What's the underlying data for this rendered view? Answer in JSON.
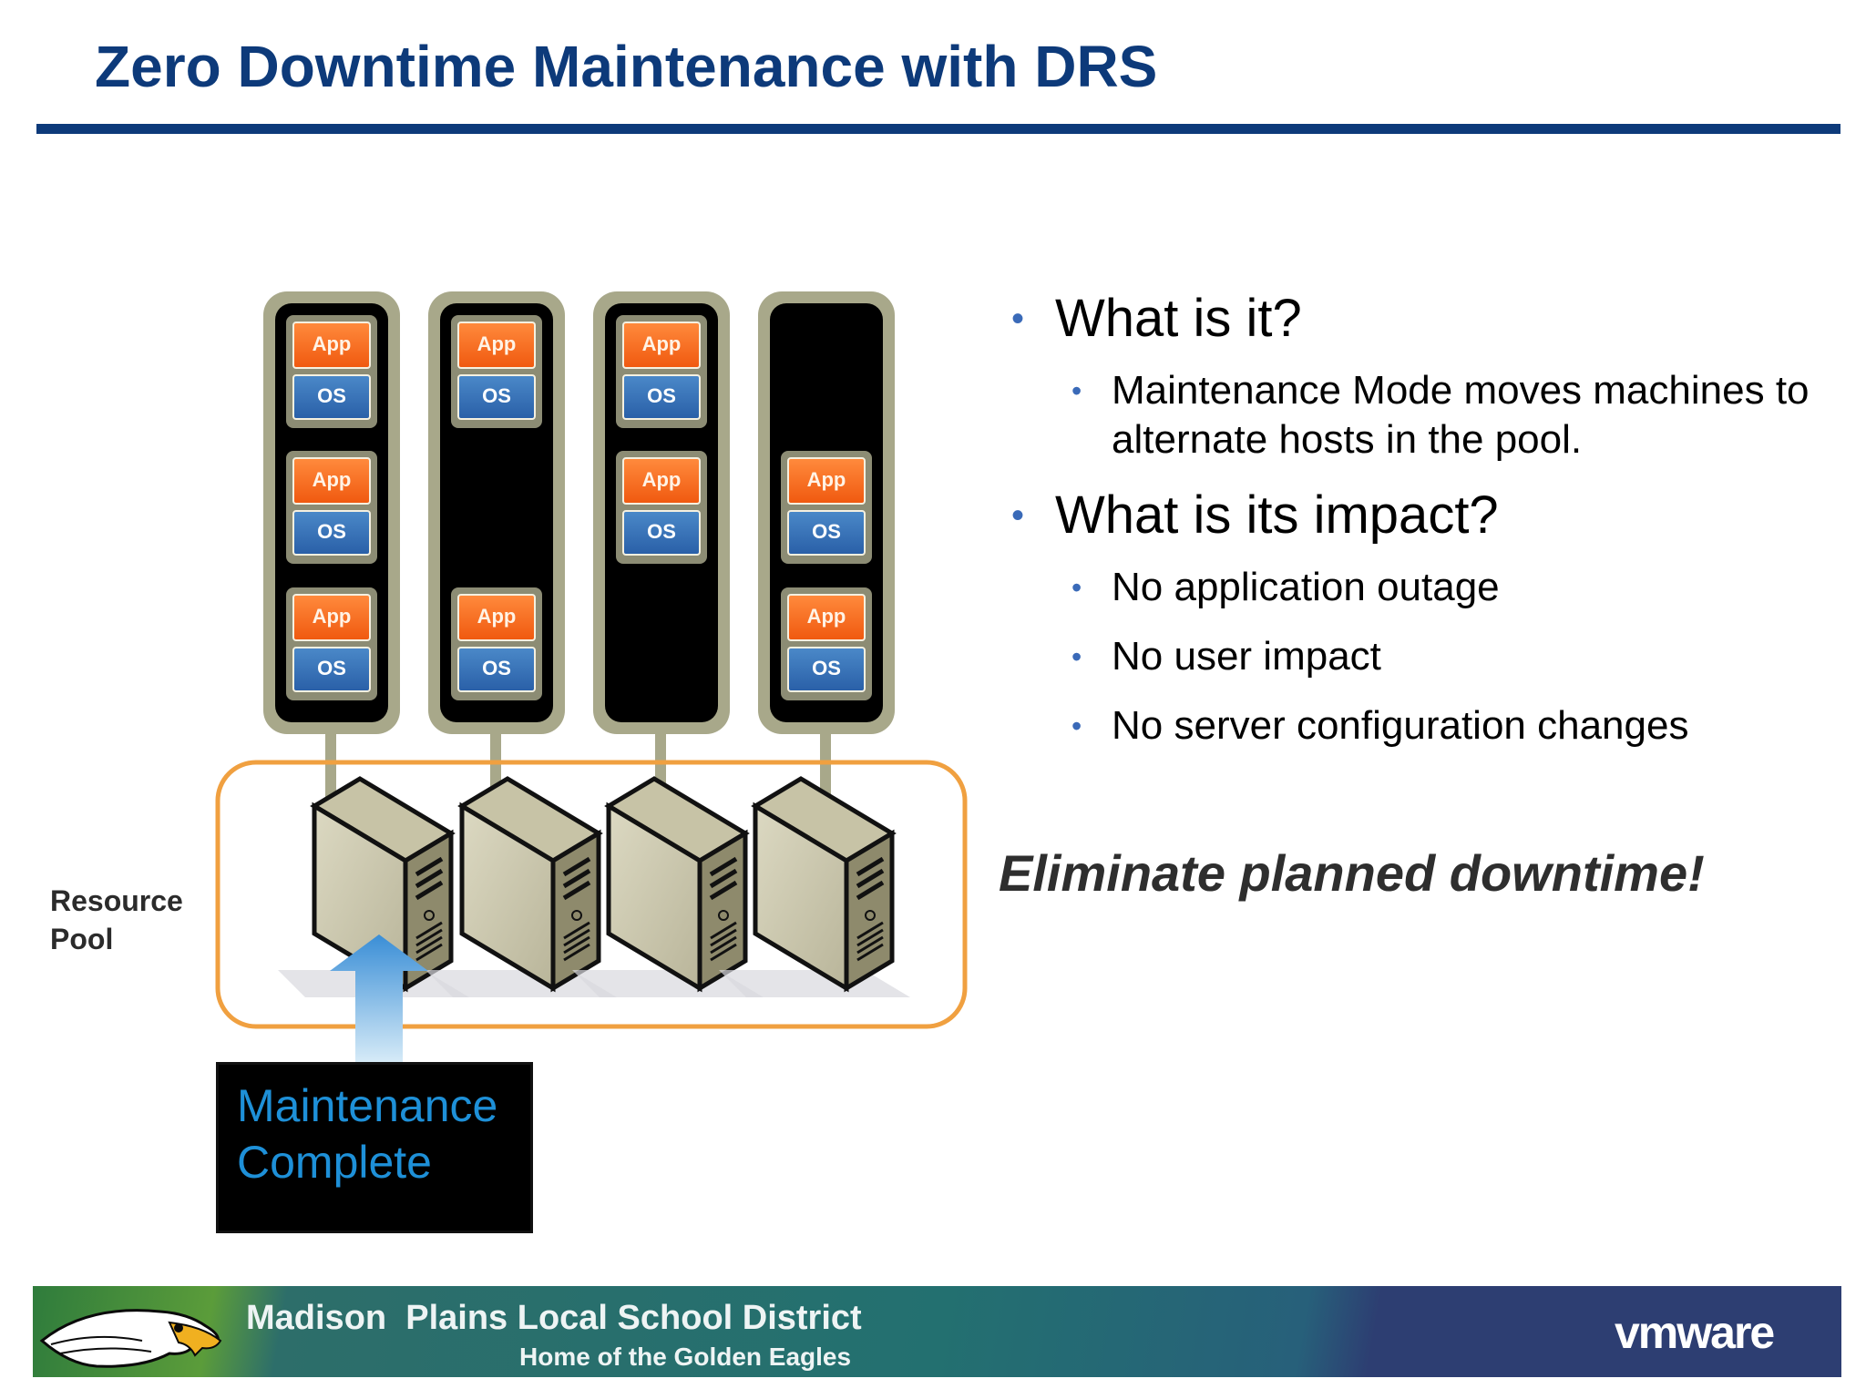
{
  "slide": {
    "title": "Zero Downtime Maintenance with DRS"
  },
  "diagram": {
    "resource_pool_label": "Resource\nPool",
    "maintenance_label": "Maintenance\nComplete",
    "vm_app_label": "App",
    "vm_os_label": "OS",
    "hosts": [
      {
        "vm_slots": [
          true,
          true,
          true
        ]
      },
      {
        "vm_slots": [
          true,
          false,
          true
        ]
      },
      {
        "vm_slots": [
          true,
          true,
          false
        ]
      },
      {
        "vm_slots": [
          false,
          true,
          true
        ]
      }
    ],
    "colors": {
      "pool_border": "#f0a040",
      "arrow": "#4a9ad8",
      "app": "#f26a1b",
      "os": "#3a78c0"
    }
  },
  "bullets": [
    {
      "text": "What is it?",
      "children": [
        "Maintenance Mode moves machines to alternate hosts in the pool."
      ]
    },
    {
      "text": "What is its impact?",
      "children": [
        "No application outage",
        "No user impact",
        "No server configuration changes"
      ]
    }
  ],
  "tagline": "Eliminate planned downtime!",
  "footer": {
    "title": "Madison  Plains Local School District",
    "subtitle": "Home of the Golden Eagles",
    "logo": "vmware",
    "logo_icon": "eagle-icon"
  }
}
